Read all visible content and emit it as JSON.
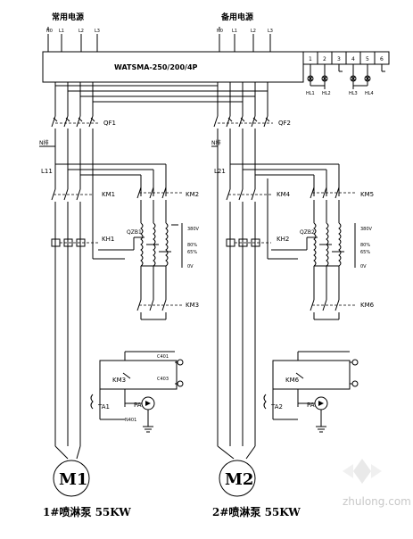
{
  "labels": {
    "normal_power": "常用电源",
    "backup_power": "备用电源",
    "switch_model": "WATSMA-250/200/4P",
    "left_inputs": [
      "N0",
      "L1",
      "L2",
      "L3"
    ],
    "right_inputs": [
      "N0",
      "L1",
      "L2",
      "L3"
    ],
    "terminals": [
      "1",
      "2",
      "3",
      "4",
      "5",
      "6"
    ],
    "indicators": [
      "HL1",
      "HL2",
      "HL3",
      "HL4"
    ],
    "qf1": "QF1",
    "qf2": "QF2",
    "n1": "N排",
    "n2": "N排",
    "l11": "L11",
    "l21": "L21",
    "km1": "KM1",
    "km2": "KM2",
    "km3": "KM3",
    "km4": "KM4",
    "km5": "KM5",
    "km6": "KM6",
    "kh1": "KH1",
    "kh2": "KH2",
    "qzb1": "QZB1",
    "qzb2": "QZB2",
    "tap_380": "380V",
    "tap_80": "80%",
    "tap_65": "65%",
    "tap_0": "0V",
    "c401": "C401",
    "c403": "C403",
    "n401": "N401",
    "km3_ctrl": "KM3",
    "km6_ctrl": "KM6",
    "ta1": "TA1",
    "ta2": "TA2",
    "pa1": "PA",
    "pa2": "PA",
    "m1": "M1",
    "m2": "M2",
    "m1_caption": "1#喷淋泵 55KW",
    "m2_caption": "2#喷淋泵 55KW",
    "watermark": "zhulong.com"
  }
}
